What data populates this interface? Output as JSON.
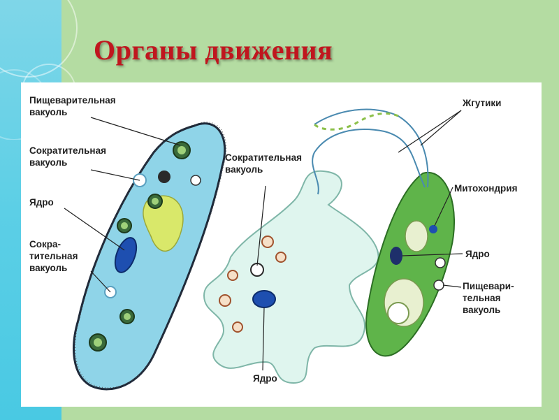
{
  "title": "Органы движения",
  "labels": {
    "paramecium_digestive_1": "Пищеварительная",
    "paramecium_digestive_2": "вакуоль",
    "paramecium_contractile_1": "Сократительная",
    "paramecium_contractile_2": "вакуоль",
    "paramecium_nucleus": "Ядро",
    "paramecium_contractile2_1": "Сокра-",
    "paramecium_contractile2_2": "тительная",
    "paramecium_contractile2_3": "вакуоль",
    "amoeba_contractile_1": "Сократительная",
    "amoeba_contractile_2": "вакуоль",
    "amoeba_nucleus": "Ядро",
    "euglena_flagella": "Жгутики",
    "euglena_mitochondria": "Митохондрия",
    "euglena_nucleus": "Ядро",
    "euglena_digestive_1": "Пищевари-",
    "euglena_digestive_2": "тельная",
    "euglena_digestive_3": "вакуоль"
  },
  "colors": {
    "title": "#c0161e",
    "background": "#b4dca2",
    "paramecium": "#8fd4e8",
    "amoeba": "#dff5ee",
    "euglena": "#5fb44a"
  }
}
